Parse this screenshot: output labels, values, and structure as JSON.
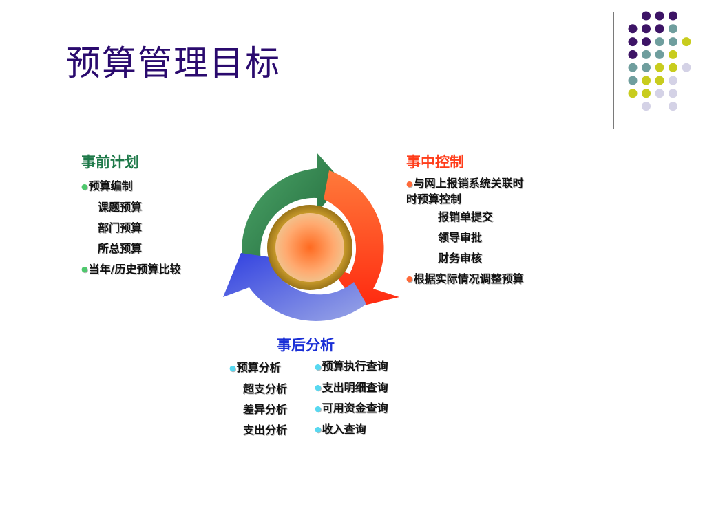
{
  "title": "预算管理目标",
  "sections": {
    "plan": {
      "heading": "事前计划",
      "items": [
        {
          "text": "预算编制",
          "bullet": true
        },
        {
          "text": "课题预算",
          "bullet": false
        },
        {
          "text": "部门预算",
          "bullet": false
        },
        {
          "text": "所总预算",
          "bullet": false
        },
        {
          "text": "当年/历史预算比较",
          "bullet": true
        }
      ]
    },
    "control": {
      "heading": "事中控制",
      "intro_line1": "与网上报销系统关联时",
      "intro_line2": "时预算控制",
      "items": [
        {
          "text": "报销单提交"
        },
        {
          "text": "领导审批"
        },
        {
          "text": "财务审核"
        }
      ],
      "last": "根据实际情况调整预算"
    },
    "analysis": {
      "heading": "事后分析",
      "left": [
        {
          "text": "预算分析",
          "bullet": true
        },
        {
          "text": "超支分析",
          "bullet": false
        },
        {
          "text": "差异分析",
          "bullet": false
        },
        {
          "text": "支出分析",
          "bullet": false
        }
      ],
      "right": [
        {
          "text": "预算执行查询"
        },
        {
          "text": "支出明细查询"
        },
        {
          "text": "可用资金查询"
        },
        {
          "text": "收入查询"
        }
      ]
    }
  },
  "colors": {
    "title": "#2a0a6e",
    "plan": "#1f7a4a",
    "control": "#ff3d1a",
    "analysis": "#1a2fd6",
    "dot_purple": "#3d1466",
    "dot_teal": "#6f9e9e",
    "dot_olive": "#c8cc1e",
    "dot_lavender": "#d4d2e6"
  },
  "icons": [
    "cycle-arrows-icon",
    "bullet-dot-icon"
  ]
}
